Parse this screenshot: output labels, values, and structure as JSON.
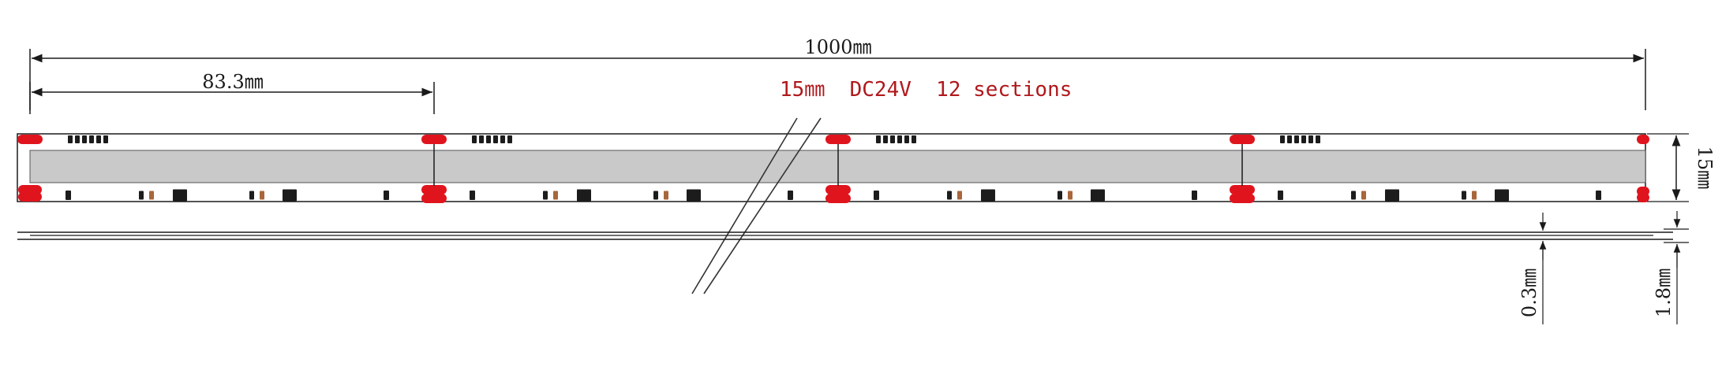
{
  "dimensions": {
    "total_length": "1000㎜",
    "section_length": "83.3㎜",
    "width": "15㎜",
    "copper_thickness": "0.3㎜",
    "strip_thickness": "1.8㎜"
  },
  "spec_label": "15㎜  DC24V  12 sections",
  "colors": {
    "pcb_body": "#c9c9c9",
    "solder_pad": "#e0141d",
    "spec_text": "#b0181c",
    "line": "#1a1a1a",
    "chip": "#1c1c1c",
    "resistor": "#a8663a"
  }
}
